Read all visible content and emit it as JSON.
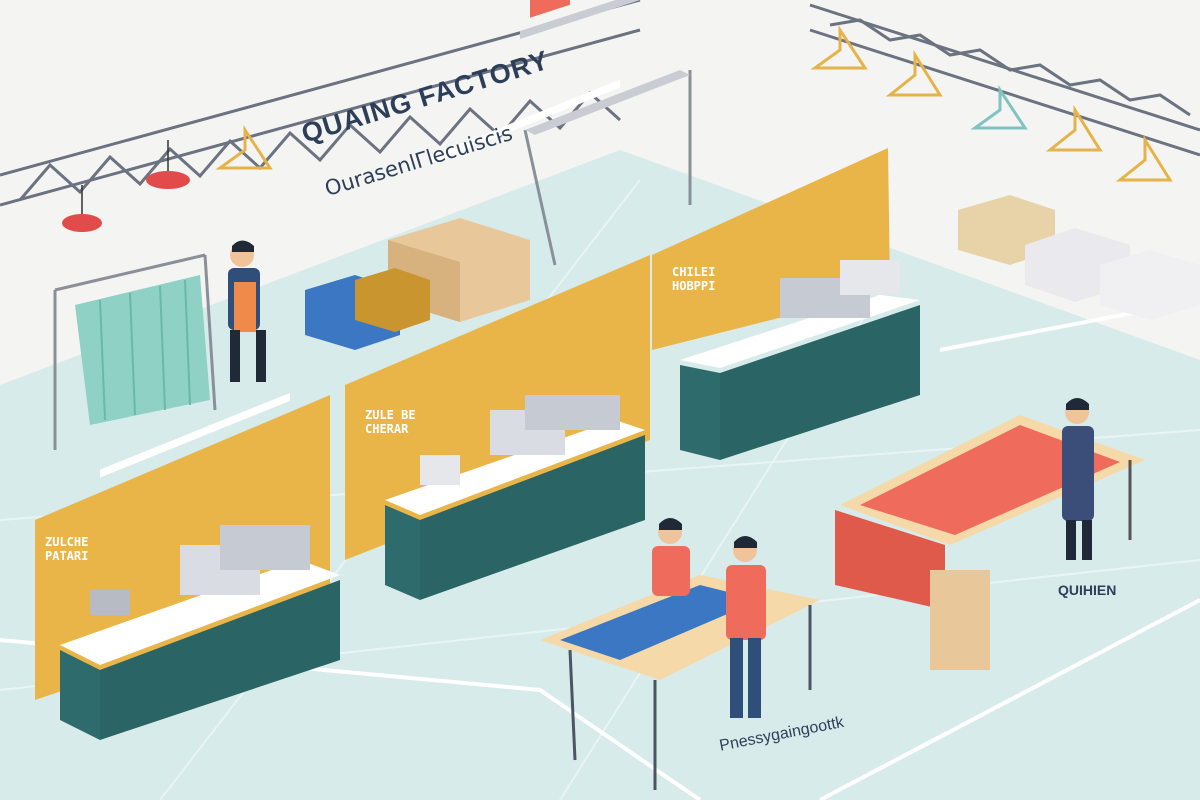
{
  "scene": {
    "title": "QUAING FACTORY",
    "subtitle": "OurasenlΓlecuiscis",
    "signs": [
      "ZULCHE\nPATARI",
      "ZULE BE\nCHERAR",
      "CHILEI\nHOBPPI"
    ],
    "floor_labels": [
      "QUIHIEN",
      "Pnessygaingoottk"
    ]
  },
  "colors": {
    "floor": "#d7ebea",
    "wall": "#f4f4f2",
    "partition": "#eab548",
    "counter": "#2e6b6c",
    "truss": "#6b7280",
    "lamp": "#e24b4b"
  }
}
